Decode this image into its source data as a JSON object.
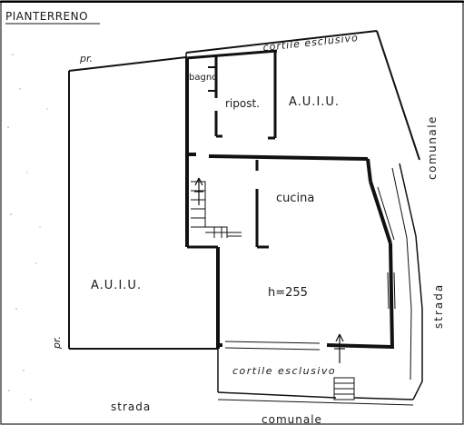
{
  "plan": {
    "title": "PIANTERRENO",
    "labels": {
      "pr_top": "pr.",
      "pr_left": "pr.",
      "cortile_top": "cortile esclusivo",
      "cortile_bottom": "cortile esclusivo",
      "bagno": "bagno",
      "ripost": "ripost.",
      "auiu_right": "A.U.I.U.",
      "auiu_left": "A.U.I.U.",
      "cucina": "cucina",
      "height": "h=255",
      "comunale_right": "comunale",
      "strada_right": "strada",
      "strada_bottom": "strada",
      "comunale_bottom": "comunale"
    }
  }
}
